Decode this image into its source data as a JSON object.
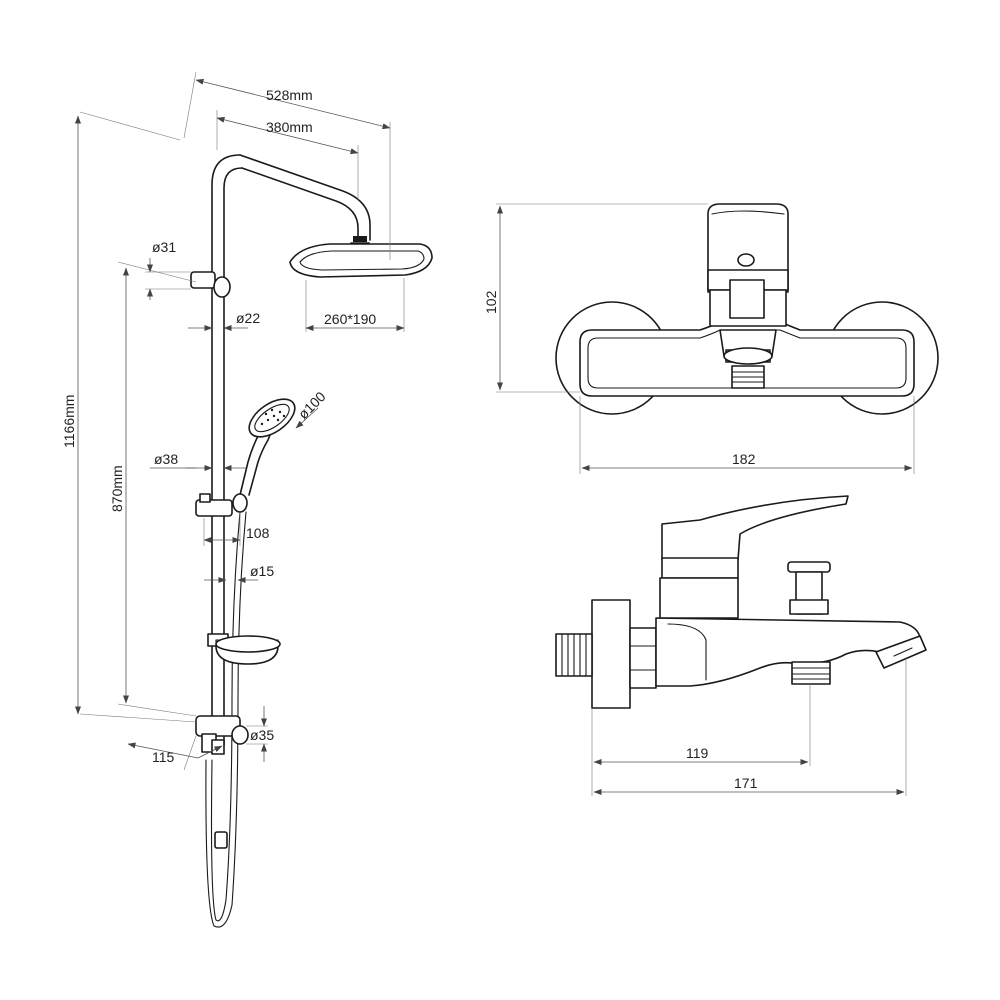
{
  "shower_column": {
    "overall_width": "528mm",
    "arm_length": "380mm",
    "overall_height": "1166mm",
    "bar_height": "870mm",
    "top_bracket_dia": "ø31",
    "rail_dia": "ø22",
    "overhead_size": "260*190",
    "hand_shower_dia": "ø100",
    "holder_dia": "ø38",
    "holder_offset": "108",
    "hose_dia": "ø15",
    "diverter_dia": "ø35",
    "bottom_offset": "115"
  },
  "mixer_front": {
    "height": "102",
    "width": "182"
  },
  "mixer_side": {
    "outlet_distance": "119",
    "spout_length": "171"
  },
  "colors": {
    "line": "#1a1a1a",
    "dimension": "#555555",
    "background": "#ffffff"
  }
}
